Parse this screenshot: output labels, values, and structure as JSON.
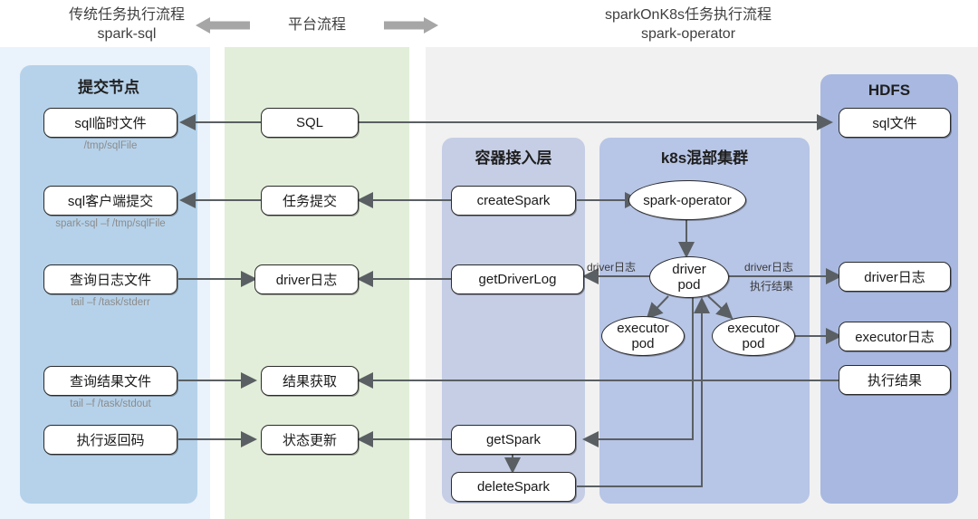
{
  "header": {
    "left_title_line1": "传统任务执行流程",
    "left_title_line2": "spark-sql",
    "middle_title": "平台流程",
    "right_title_line1": "sparkOnK8s任务执行流程",
    "right_title_line2": "spark-operator",
    "arrow_left": "left-arrow-icon",
    "arrow_right": "right-arrow-icon"
  },
  "panels": {
    "submit": "提交节点",
    "container": "容器接入层",
    "k8s": "k8s混部集群",
    "hdfs": "HDFS"
  },
  "submit_nodes": [
    {
      "label": "sql临时文件",
      "caption": "/tmp/sqlFile"
    },
    {
      "label": "sql客户端提交",
      "caption": "spark-sql –f /tmp/sqlFile"
    },
    {
      "label": "查询日志文件",
      "caption": "tail –f /task/stderr"
    },
    {
      "label": "查询结果文件",
      "caption": "tail –f /task/stdout"
    },
    {
      "label": "执行返回码",
      "caption": ""
    }
  ],
  "platform_nodes": [
    {
      "label": "SQL"
    },
    {
      "label": "任务提交"
    },
    {
      "label": "driver日志"
    },
    {
      "label": "结果获取"
    },
    {
      "label": "状态更新"
    }
  ],
  "container_nodes": [
    {
      "label": "createSpark"
    },
    {
      "label": "getDriverLog"
    },
    {
      "label": "getSpark"
    },
    {
      "label": "deleteSpark"
    }
  ],
  "k8s_nodes": [
    {
      "label": "spark-operator"
    },
    {
      "label": "driver pod"
    },
    {
      "label": "executor pod"
    },
    {
      "label": "executor pod"
    }
  ],
  "hdfs_nodes": [
    {
      "label": "sql文件"
    },
    {
      "label": "driver日志"
    },
    {
      "label": "executor日志"
    },
    {
      "label": "执行结果"
    }
  ],
  "edge_labels": {
    "driver_log_left": "driver日志",
    "driver_log_right": "driver日志",
    "exec_result_right": "执行结果"
  },
  "colors": {
    "band_left": "#eaf2fb",
    "band_mid": "#e2eed9",
    "band_right": "#f1f1f1",
    "panel_submit": "#b6d2ea",
    "panel_container": "#c5cee5",
    "panel_k8s": "#b7c5e6",
    "panel_hdfs": "#a8b8e0",
    "edge": "#5a5f63",
    "header_arrow": "#a6a6a6"
  }
}
